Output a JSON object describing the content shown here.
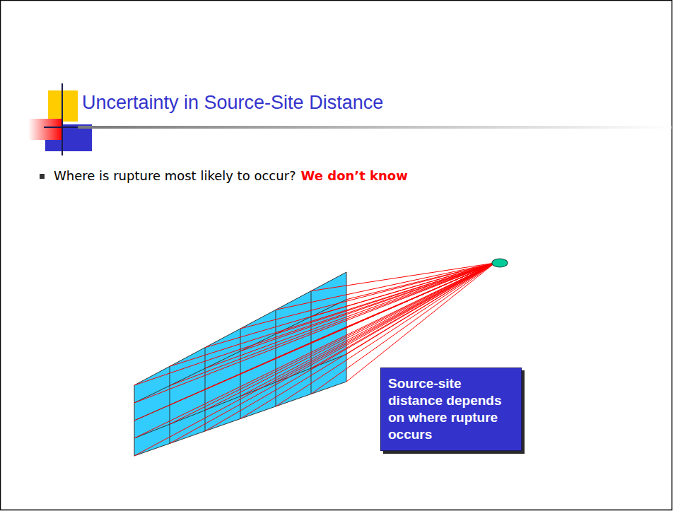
{
  "diagram": {
    "title": "Uncertainty in Source-Site Distance",
    "nodes": [
      {
        "text": [
          "Source-site distance depends on where rupture occurs"
        ]
      }
    ],
    "labels": [
      "Where is rupture most likely to occur?",
      "We don’t know"
    ]
  }
}
